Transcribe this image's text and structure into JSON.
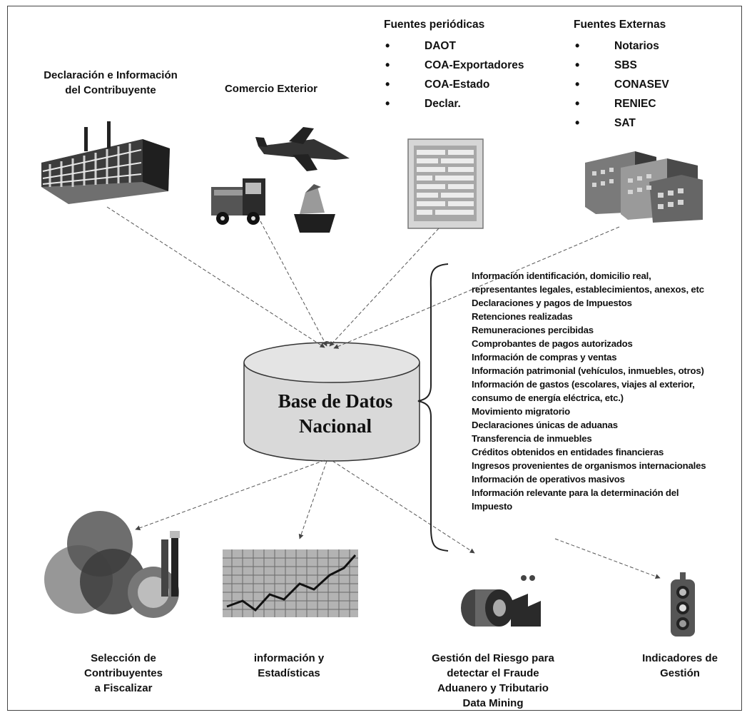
{
  "sources": {
    "contribuyente": "Declaración e Información del Contribuyente",
    "comercio": "Comercio Exterior",
    "periodicas": {
      "title": "Fuentes periódicas",
      "items": [
        "DAOT",
        "COA-Exportadores",
        "COA-Estado",
        "Declar."
      ]
    },
    "externas": {
      "title": "Fuentes Externas",
      "items": [
        "Notarios",
        "SBS",
        "CONASEV",
        "RENIEC",
        "SAT"
      ]
    }
  },
  "database": {
    "line1": "Base de Datos",
    "line2": "Nacional"
  },
  "info_items": [
    "Información identificación, domicilio real,",
    "representantes legales, establecimientos, anexos, etc",
    "Declaraciones y pagos de Impuestos",
    "Retenciones realizadas",
    "Remuneraciones percibidas",
    "Comprobantes de pagos autorizados",
    "Información de compras y ventas",
    "Información patrimonial (vehículos, inmuebles, otros)",
    "Información de gastos (escolares, viajes al exterior,",
    "consumo de energía eléctrica, etc.)",
    "Movimiento migratorio",
    "Declaraciones únicas de aduanas",
    "Transferencia de inmuebles",
    "Créditos obtenidos en entidades financieras",
    "Ingresos provenientes de organismos internacionales",
    "Información de operativos masivos",
    "Información relevante para la determinación del",
    "Impuesto"
  ],
  "outputs": {
    "seleccion": [
      "Selección de",
      "Contribuyentes",
      "a Fiscalizar"
    ],
    "informacion": [
      "información y",
      "Estadísticas"
    ],
    "gestion_riesgo": [
      "Gestión del Riesgo para",
      "detectar el Fraude",
      "Aduanero y Tributario",
      "Data Mining"
    ],
    "indicadores": [
      "Indicadores de",
      "Gestión"
    ]
  },
  "icons": {
    "contribuyente": "office-building-icon",
    "comercio": "trade-vehicles-icon",
    "periodicas": "document-icon",
    "externas": "city-buildings-icon",
    "seleccion": "venn-lab-icon",
    "informacion": "stats-chart-icon",
    "gestion_riesgo": "machinery-icon",
    "indicadores": "traffic-light-icon"
  }
}
